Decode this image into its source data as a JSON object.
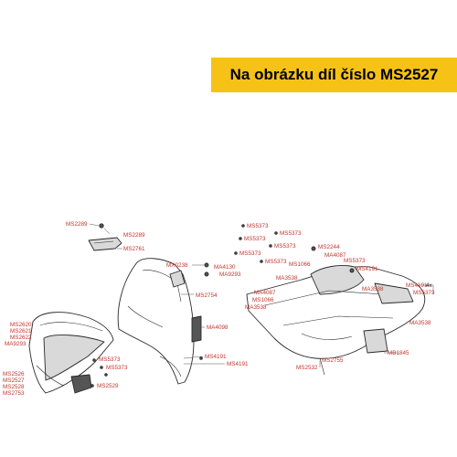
{
  "banner": {
    "text": "Na obrázku díl číslo MS2527"
  },
  "colors": {
    "banner_bg": "#f6c216",
    "label_red": "#c3342b"
  },
  "labels": {
    "ms2289_a": "MS2289",
    "ms2289_b": "MS2289",
    "ms2761": "MS2761",
    "mx0238": "MX0238",
    "ma4130": "MA4130",
    "ma9293": "MA9293",
    "ms2754": "MS2754",
    "ma4098": "MA4098",
    "ms5373_t1": "MS5373",
    "ms5373_t2": "MS5373",
    "ms5373_t3": "MS5373",
    "ms5373_t4": "MS5373",
    "ms5373_t5": "MS5373",
    "ms5373_t6": "MS5373",
    "ms5373_r": "MS5373",
    "ms5373_l1": "MS5373",
    "ms5373_l2": "MS5373",
    "ms5373_l3": "MS5373",
    "ms2244": "MS2244",
    "ma4087_a": "MA4087",
    "ms1066_a": "MS1066",
    "ma3538_a": "MA3538",
    "ms4191_a": "MS4191",
    "ms4191_b": "MS4191",
    "qty_4x": "4x",
    "ma3538_b": "MA3538",
    "ma4087_b": "MA4087",
    "ms1066_b": "MS1066",
    "ma3538_c": "MA3538",
    "ma3538_d": "MA3538",
    "ms4191_c": "MS4191",
    "ms4191_d": "MS4191",
    "mb1845": "MB1845",
    "ms2755": "MS2755",
    "ms2532": "MS2532",
    "ms2620": "MS2620",
    "ms2621": "MS2621",
    "ms2622": "MS2622",
    "ma9293_b": "MA9293",
    "ms2526": "MS2526",
    "ms2527": "MS2527",
    "ms2528": "MS2528",
    "ms2753": "MS2753",
    "ms2529": "MS2529"
  }
}
